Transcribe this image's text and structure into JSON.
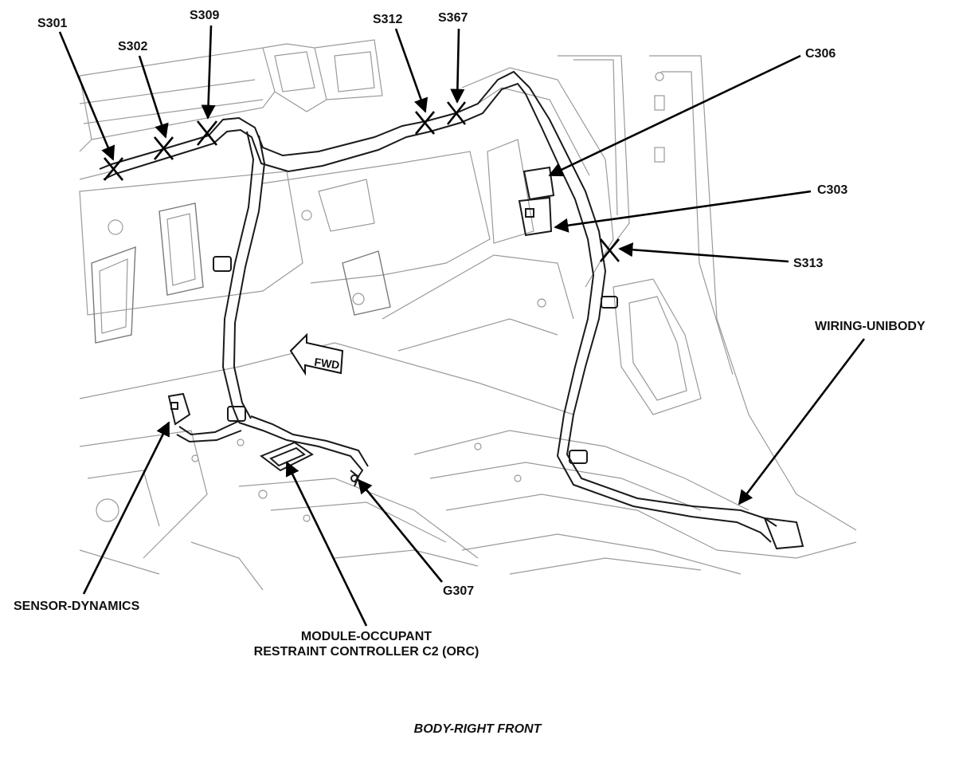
{
  "callouts": {
    "s301": "S301",
    "s302": "S302",
    "s309": "S309",
    "s312": "S312",
    "s367": "S367",
    "c306": "C306",
    "c303": "C303",
    "s313": "S313",
    "wiring_unibody": "WIRING-UNIBODY",
    "sensor_dynamics": "SENSOR-DYNAMICS",
    "g307": "G307",
    "orc_line1": "MODULE-OCCUPANT",
    "orc_line2": "RESTRAINT CONTROLLER C2 (ORC)"
  },
  "fwd_arrow_text": "FWD",
  "caption": "BODY-RIGHT FRONT"
}
